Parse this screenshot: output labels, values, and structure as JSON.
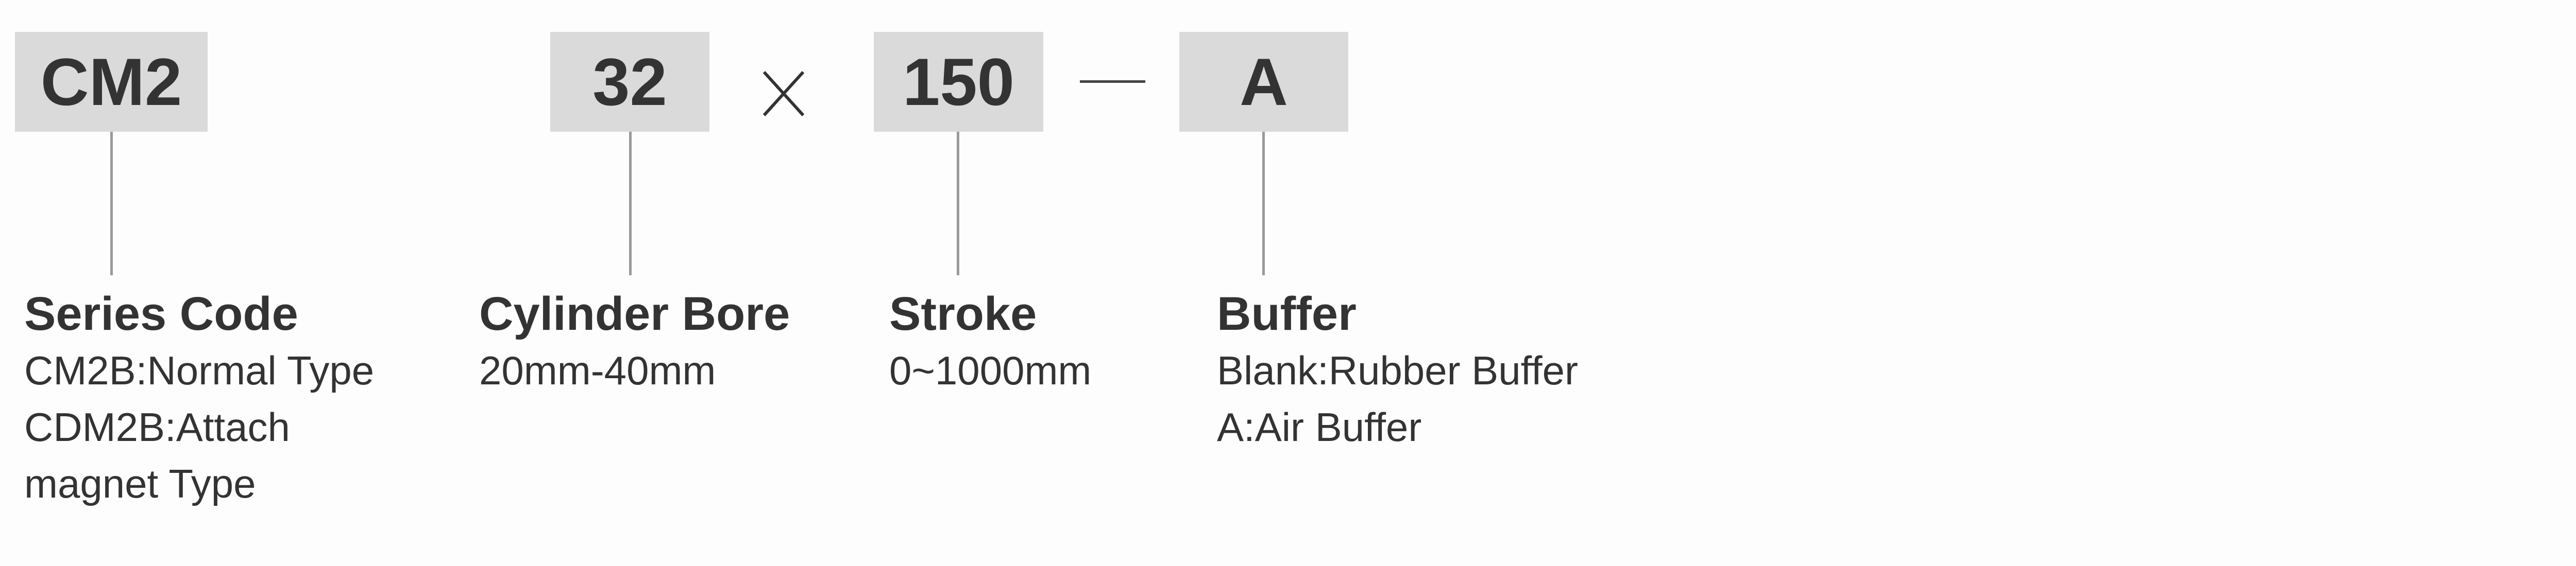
{
  "model_code": {
    "segments": [
      {
        "code": "CM2",
        "title": "Series Code",
        "descriptions": [
          "CM2B:Normal Type",
          "CDM2B:Attach",
          "magnet Type"
        ]
      },
      {
        "code": "32",
        "title": "Cylinder Bore",
        "descriptions": [
          "20mm-40mm"
        ]
      },
      {
        "code": "150",
        "title": "Stroke",
        "descriptions": [
          "0~1000mm"
        ]
      },
      {
        "code": "A",
        "title": "Buffer",
        "descriptions": [
          "Blank:Rubber Buffer",
          "A:Air Buffer"
        ]
      }
    ],
    "separators": {
      "times_icon": "multiply-icon",
      "dash_icon": "dash-icon"
    }
  }
}
